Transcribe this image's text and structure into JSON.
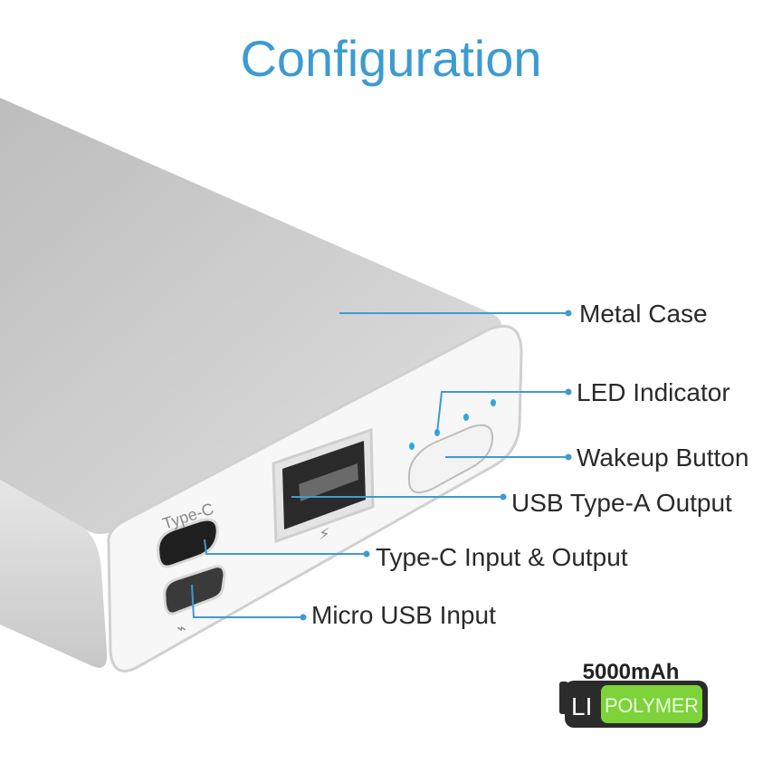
{
  "title": "Configuration",
  "labels": {
    "metal_case": "Metal Case",
    "led_indicator": "LED Indicator",
    "wakeup_button": "Wakeup Button",
    "usb_a_output": "USB Type-A Output",
    "type_c_io": "Type-C Input & Output",
    "micro_usb_input": "Micro USB Input"
  },
  "device": {
    "port_etching": "Type-C",
    "led_count": 4
  },
  "badge": {
    "capacity": "5000mAh",
    "chem_left": "LI",
    "chem_right": "POLYMER"
  },
  "colors": {
    "accent": "#3d9bd2",
    "led": "#2fa8e0",
    "badge_green": "#7ed23a",
    "badge_dark": "#2b2b2b"
  }
}
